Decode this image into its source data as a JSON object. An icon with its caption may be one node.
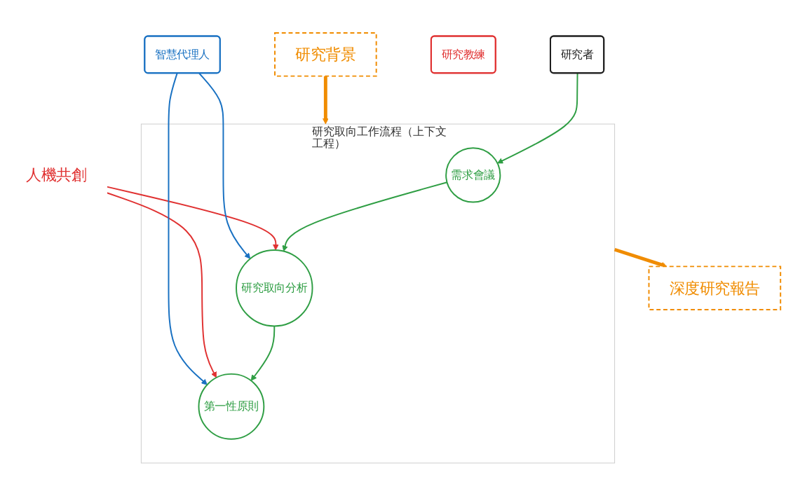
{
  "diagram": {
    "nodes": [
      {
        "text": [
          "研究背景"
        ]
      },
      {
        "text": [
          "研究取向工作流程（上下文工程）"
        ]
      },
      {
        "text": [
          "需求會議"
        ],
        "in": 1
      },
      {
        "text": [
          "研究取向分析"
        ],
        "in": 1
      },
      {
        "text": [
          "第一性原則"
        ],
        "in": 1
      },
      {
        "text": [
          "研究者"
        ]
      },
      {
        "text": [
          "深度研究報告"
        ]
      },
      {
        "text": [
          "人機共創"
        ]
      },
      {
        "text": [
          "研究教練"
        ]
      },
      {
        "text": [
          "智慧代理人"
        ]
      }
    ],
    "edges": [
      {
        "from": 0,
        "to": 1,
        "arrow": "to",
        "style": "thick",
        "color": "#f08c00"
      },
      {
        "from": 5,
        "to": 2,
        "arrow": "to"
      },
      {
        "from": 2,
        "to": 3,
        "arrow": "to"
      },
      {
        "from": 3,
        "to": 4,
        "arrow": "to"
      },
      {
        "from": 1,
        "to": 6,
        "arrow": "to",
        "style": "thick",
        "color": "#f08c00"
      },
      {
        "from": 7,
        "to": 3,
        "arrow": "to",
        "color": "#e03131"
      },
      {
        "from": 7,
        "to": 4,
        "arrow": "to",
        "color": "#e03131"
      },
      {
        "from": 9,
        "to": 3,
        "arrow": "to",
        "color": "#1971c2"
      },
      {
        "from": 9,
        "to": 4,
        "arrow": "to",
        "color": "#1971c2"
      }
    ]
  }
}
